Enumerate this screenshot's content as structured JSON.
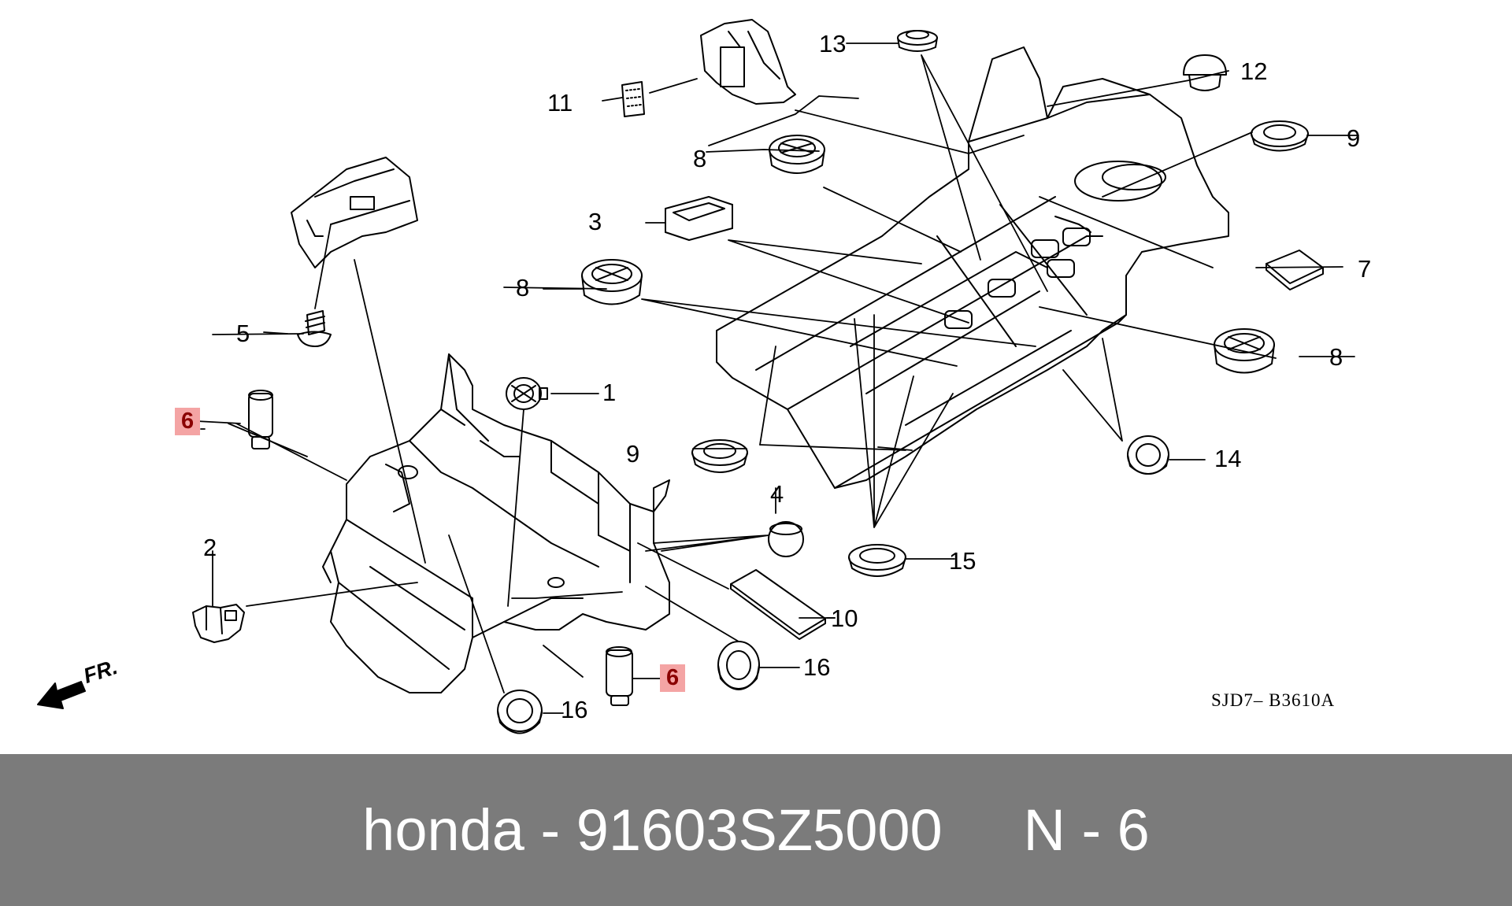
{
  "diagram": {
    "code": "SJD7– B3610A",
    "front_arrow_label": "FR.",
    "callouts": {
      "n1": "1",
      "n2": "2",
      "n3": "3",
      "n4": "4",
      "n5": "5",
      "n6": "6",
      "n7": "7",
      "n8": "8",
      "n9": "9",
      "n10": "10",
      "n11": "11",
      "n12": "12",
      "n13": "13",
      "n14": "14",
      "n15": "15",
      "n16": "16"
    },
    "highlight_color": "#f4a4a4"
  },
  "footer": {
    "text": "honda - 91603SZ5000     N - 6",
    "background": "#7b7b7b"
  }
}
